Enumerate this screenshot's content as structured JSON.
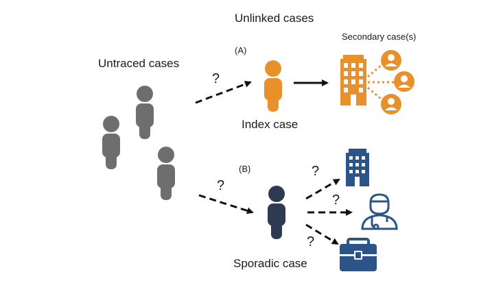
{
  "labels": {
    "unlinked_cases": "Unlinked cases",
    "untraced_cases": "Untraced cases",
    "scenario_a": "(A)",
    "scenario_b": "(B)",
    "secondary_cases": "Secondary case(s)",
    "index_case": "Index case",
    "sporadic_case": "Sporadic case",
    "unknown_mark": "?"
  },
  "colors": {
    "untraced": "#6e6e6e",
    "index": "#e8902a",
    "sporadic": "#2d3a52",
    "source_icons": "#2b5589",
    "arrows": "#111111"
  },
  "icons": {
    "untraced_people": [
      "person-icon",
      "person-icon",
      "person-icon"
    ],
    "index": "person-icon",
    "secondary_venue": "building-icon",
    "secondary_contacts": [
      "user-circle-icon",
      "user-circle-icon",
      "user-circle-icon"
    ],
    "sporadic": "person-icon",
    "possible_sources": [
      "building-icon",
      "doctor-icon",
      "briefcase-icon"
    ]
  }
}
